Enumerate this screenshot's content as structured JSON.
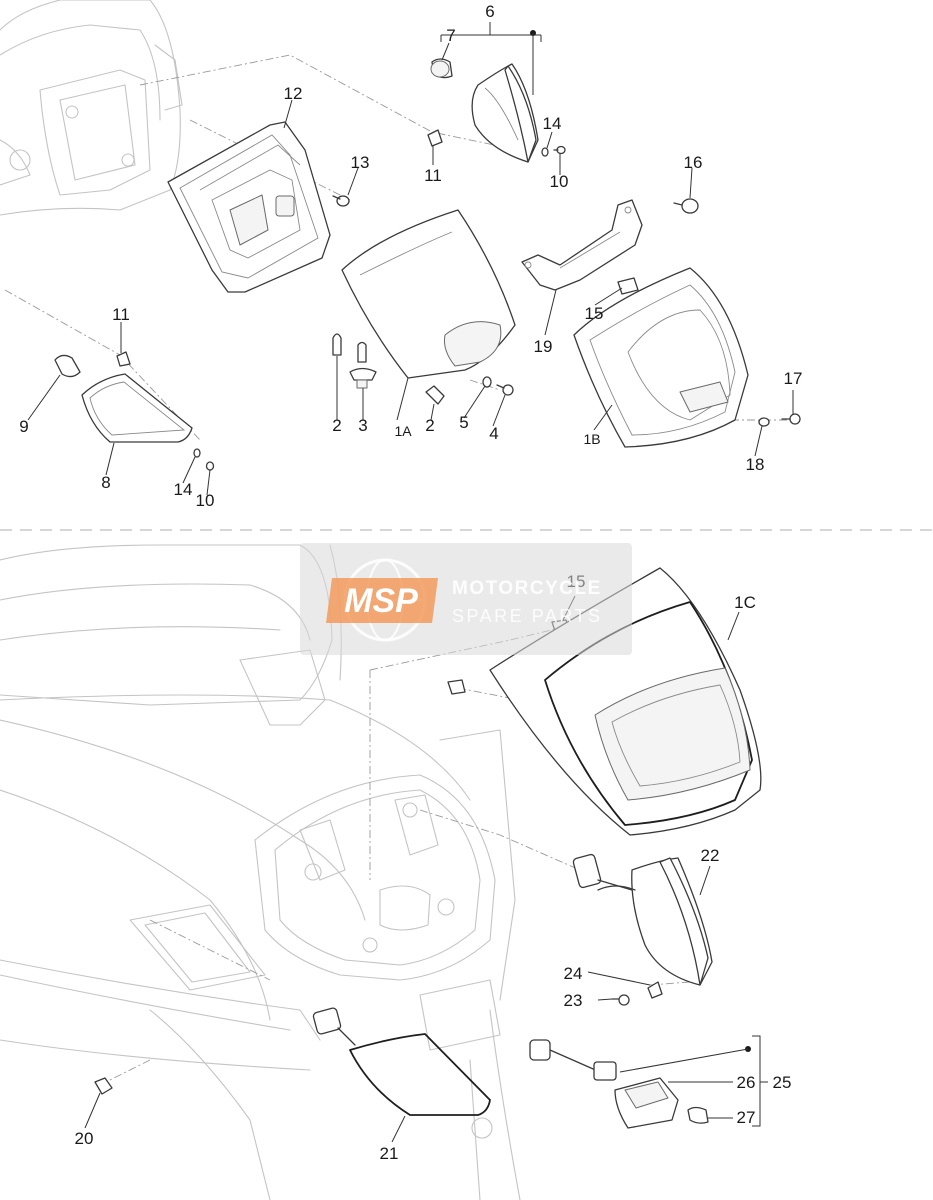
{
  "callouts": {
    "c6": "6",
    "c7": "7",
    "c12": "12",
    "c13": "13",
    "c11_top": "11",
    "c14_top": "14",
    "c10_top": "10",
    "c16": "16",
    "c11_left": "11",
    "c9": "9",
    "c8": "8",
    "c14_left": "14",
    "c10_left": "10",
    "c2_a": "2",
    "c3": "3",
    "c1A": "1A",
    "c2_b": "2",
    "c5": "5",
    "c4": "4",
    "c15_top": "15",
    "c19": "19",
    "c1B": "1B",
    "c17": "17",
    "c18": "18",
    "c15_bottom": "15",
    "c1C": "1C",
    "c22": "22",
    "c24": "24",
    "c23": "23",
    "c25": "25",
    "c26": "26",
    "c27": "27",
    "c20": "20",
    "c21": "21"
  },
  "watermark": {
    "logo": "MSP",
    "line1": "MOTORCYCLE",
    "line2": "SPARE PARTS"
  },
  "colors": {
    "watermark_orange": "#f39a5c",
    "line_dark": "#3a3a3a",
    "ghost_line": "#c4c4c4"
  }
}
